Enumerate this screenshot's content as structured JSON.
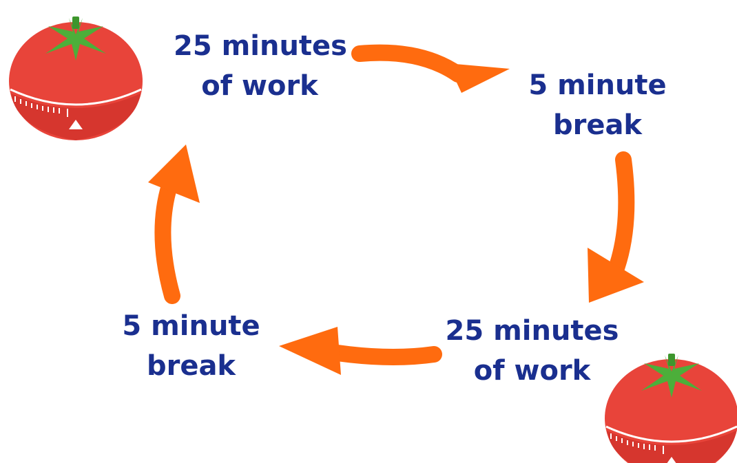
{
  "steps": [
    {
      "line1": "25 minutes",
      "line2": "of work"
    },
    {
      "line1": "5 minute",
      "line2": "break"
    },
    {
      "line1": "25 minutes",
      "line2": "of work"
    },
    {
      "line1": "5 minute",
      "line2": "break"
    }
  ],
  "icons": [
    "tomato-timer-icon",
    "tomato-timer-icon"
  ],
  "colors": {
    "text": "#1a2f8f",
    "arrow": "#ff6b0f",
    "tomato": "#e8443a",
    "tomato_shadow": "#c7302a",
    "leaf": "#4caf3a"
  }
}
